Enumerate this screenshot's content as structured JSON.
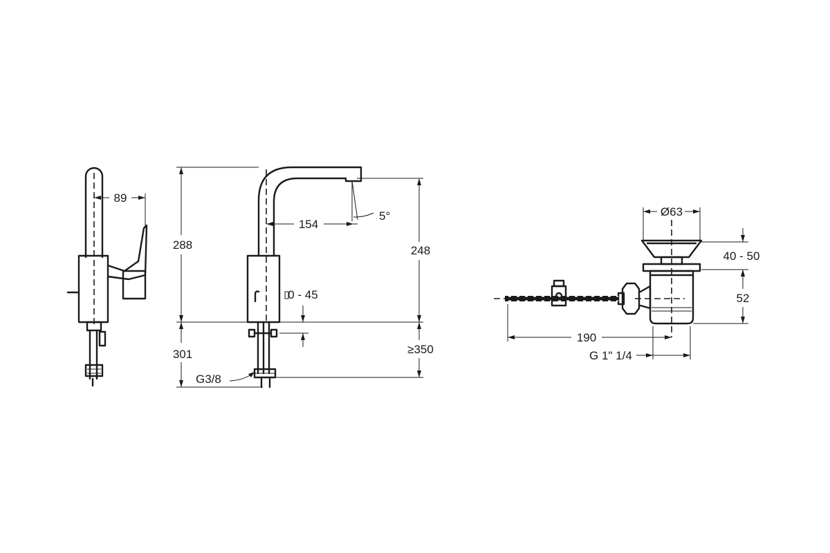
{
  "dimensions": {
    "side_spout_offset": "89",
    "spout_reach": "154",
    "spout_angle": "5°",
    "total_height": "288",
    "spout_height": "248",
    "deck_thickness": "0 - 45",
    "hose_length": "301",
    "min_clearance": "≥350",
    "connection_thread": "G3/8",
    "drain_diameter": "Ø63",
    "drain_adjust": "40 - 50",
    "drain_body": "52",
    "rod_length": "190",
    "drain_thread": "G 1\" 1/4"
  }
}
